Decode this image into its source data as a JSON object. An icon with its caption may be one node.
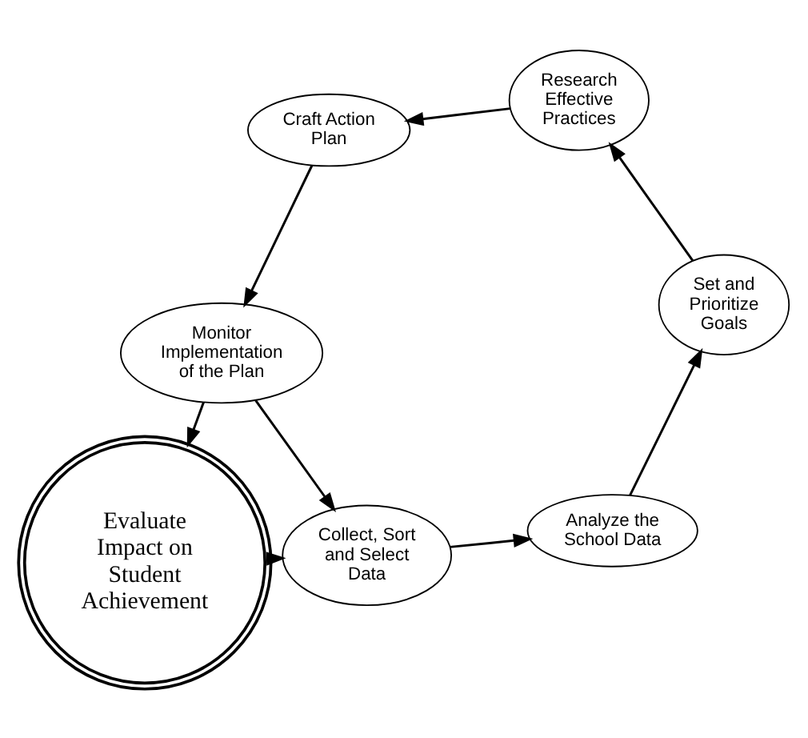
{
  "diagram": {
    "nodes": [
      {
        "text": [
          "Monitor Implementation of the Plan"
        ]
      },
      {
        "text": [
          "Collect, Sort and Select Data"
        ]
      },
      {
        "text": [
          "Analyze the School Data"
        ]
      },
      {
        "text": [
          "Set and Prioritize Goals"
        ]
      },
      {
        "text": [
          "Research Effective Practices"
        ]
      },
      {
        "text": [
          "Craft Action Plan"
        ]
      },
      {
        "text": [
          "Evaluate Impact on Student Achievement"
        ]
      }
    ],
    "edges": [
      {
        "from": 0,
        "to": 1,
        "arrow": "to"
      },
      {
        "from": 1,
        "to": 2,
        "arrow": "to"
      },
      {
        "from": 2,
        "to": 3,
        "arrow": "to"
      },
      {
        "from": 3,
        "to": 4,
        "arrow": "to"
      },
      {
        "from": 4,
        "to": 5,
        "arrow": "to"
      },
      {
        "from": 5,
        "to": 0,
        "arrow": "to"
      },
      {
        "from": 0,
        "to": 6,
        "arrow": "to"
      },
      {
        "from": 6,
        "to": 1,
        "arrow": "to"
      }
    ]
  }
}
